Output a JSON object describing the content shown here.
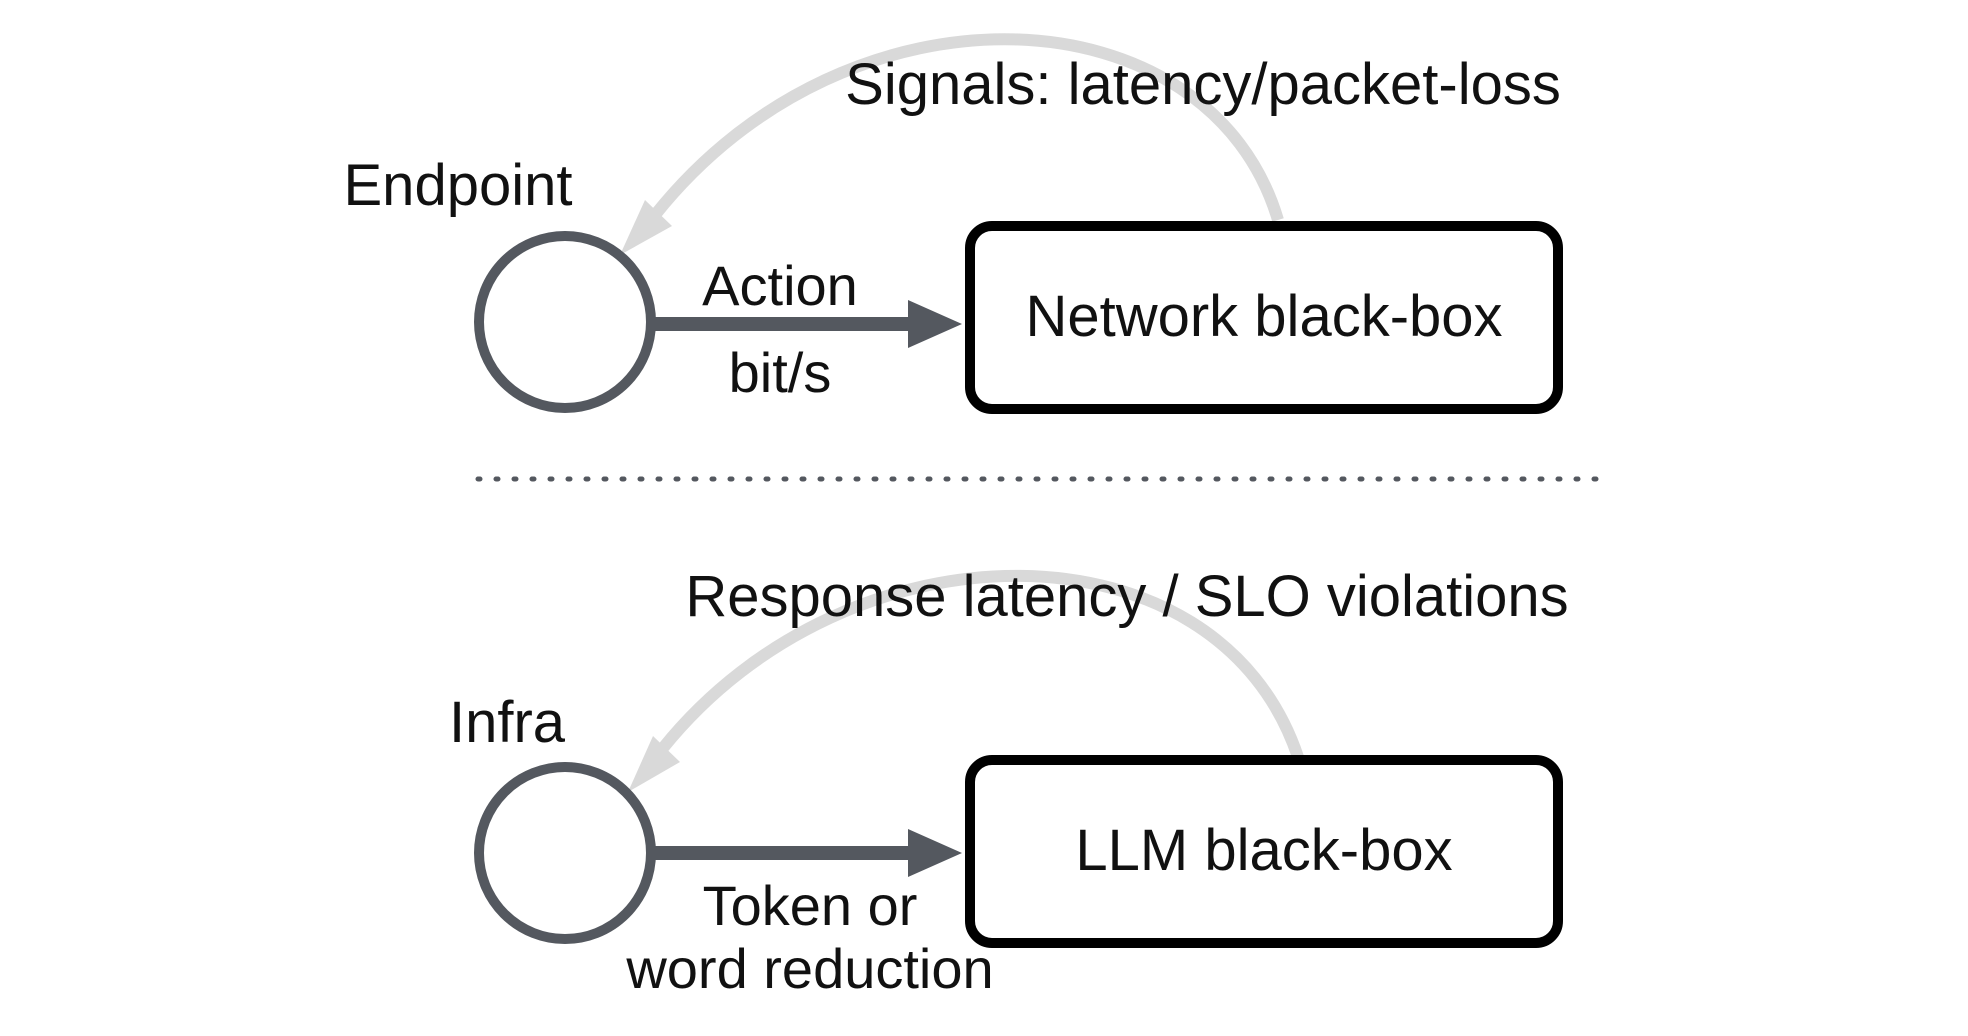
{
  "top": {
    "feedback_label": "Signals: latency/packet-loss",
    "node_label": "Endpoint",
    "action_label": "Action",
    "unit_label": "bit/s",
    "box_label": "Network black-box"
  },
  "bottom": {
    "feedback_label": "Response latency / SLO violations",
    "node_label": "Infra",
    "action_line1": "Token or",
    "action_line2": "word reduction",
    "box_label": "LLM black-box"
  },
  "colors": {
    "node_stroke": "#54585f",
    "arrow": "#54585f",
    "feedback_arrow": "#d9d9d9",
    "box_stroke": "#000000",
    "divider": "#54585f",
    "text": "#111111"
  }
}
